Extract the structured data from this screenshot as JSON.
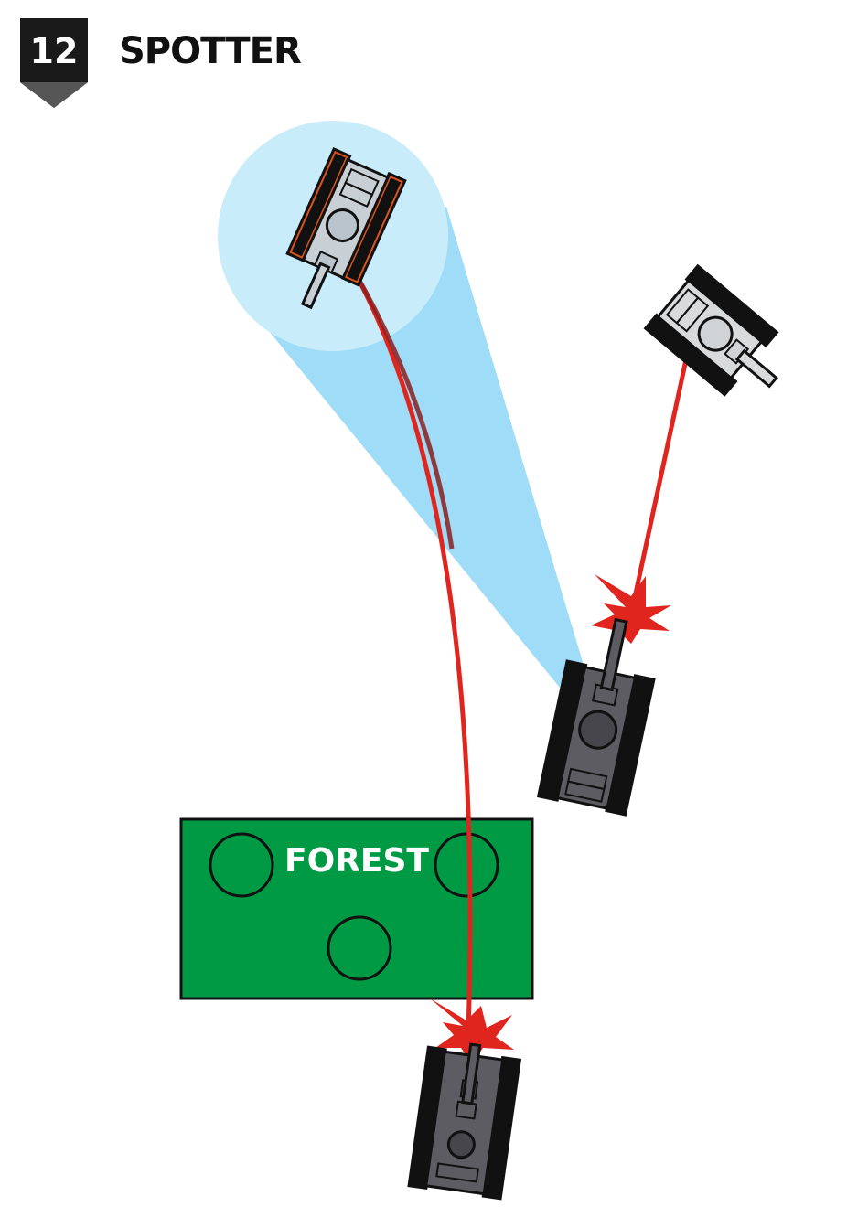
{
  "header": {
    "number": "12",
    "title": "SPOTTER"
  },
  "forest": {
    "label": "FOREST",
    "fill": "#009a44"
  },
  "colors": {
    "spotter_circle": "#c9ecfa",
    "vision_cone": "#9fdcf8",
    "fire_line": "#e0251f",
    "badge": "#1a1a1a",
    "enemy_tank": "#5c5c62",
    "friendly_tank_outline": "#d9531e"
  },
  "units": {
    "spotter": "friendly-tank",
    "shooter": "friendly-tank",
    "targets": [
      "enemy-tank",
      "enemy-tank"
    ]
  }
}
